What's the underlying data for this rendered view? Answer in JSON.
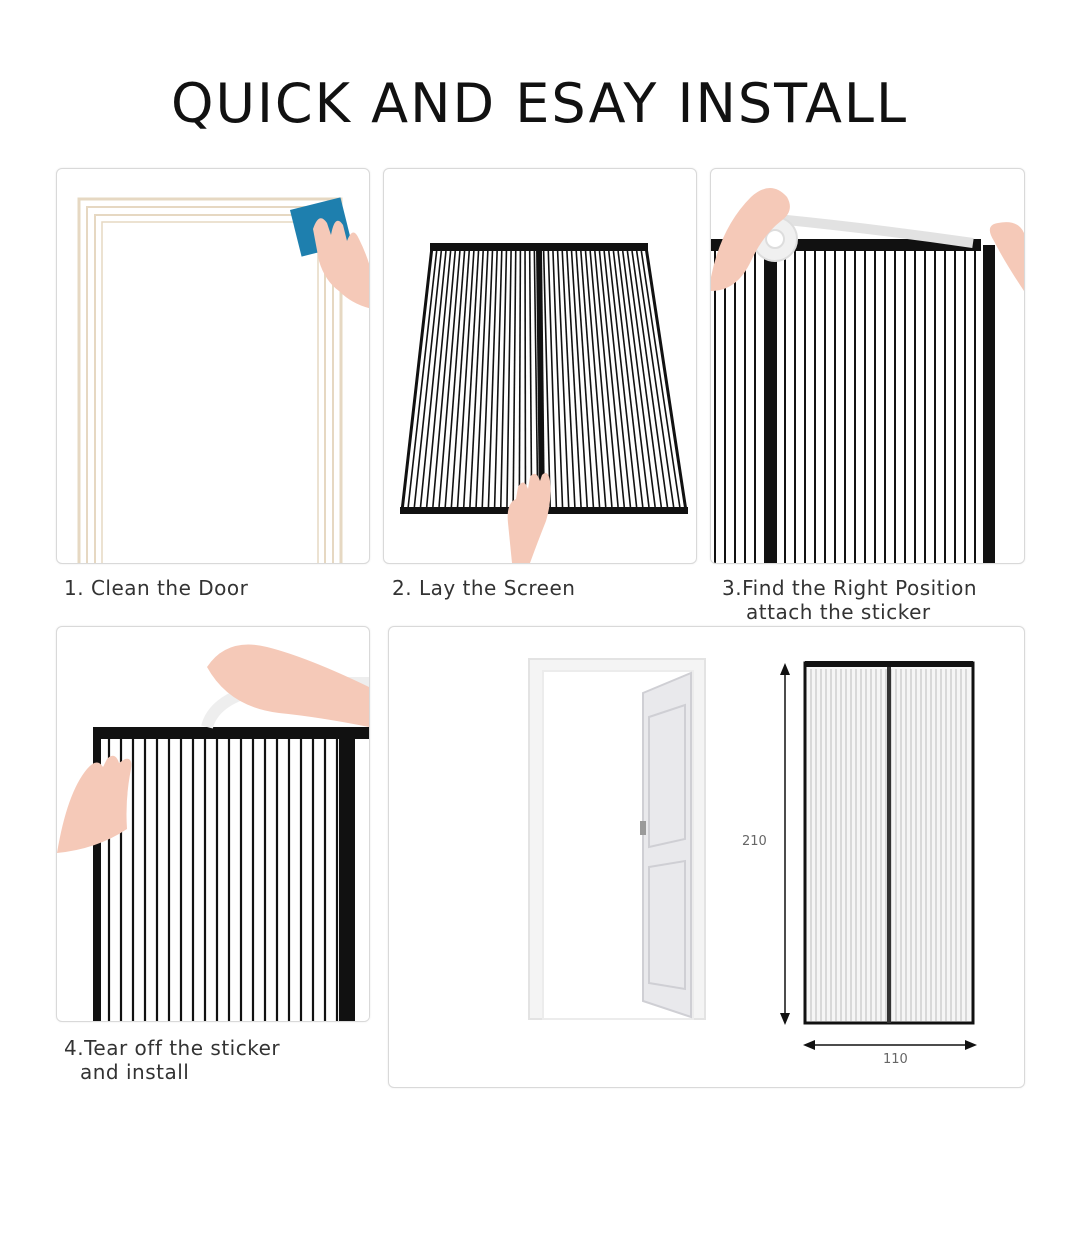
{
  "title": "QUICK AND ESAY INSTALL",
  "steps": [
    {
      "lines": [
        "1. Clean the Door"
      ]
    },
    {
      "lines": [
        "2. Lay the Screen"
      ]
    },
    {
      "lines": [
        "3.Find the Right Position",
        "attach the sticker"
      ]
    },
    {
      "lines": [
        "4.Tear off the sticker",
        "and install"
      ]
    }
  ],
  "dimensions": {
    "height": "210",
    "width": "110"
  },
  "colors": {
    "skin": "#f5c9b8",
    "cloth": "#1e7fae",
    "frame": "#e8dcc8",
    "mesh_line": "#111111"
  }
}
